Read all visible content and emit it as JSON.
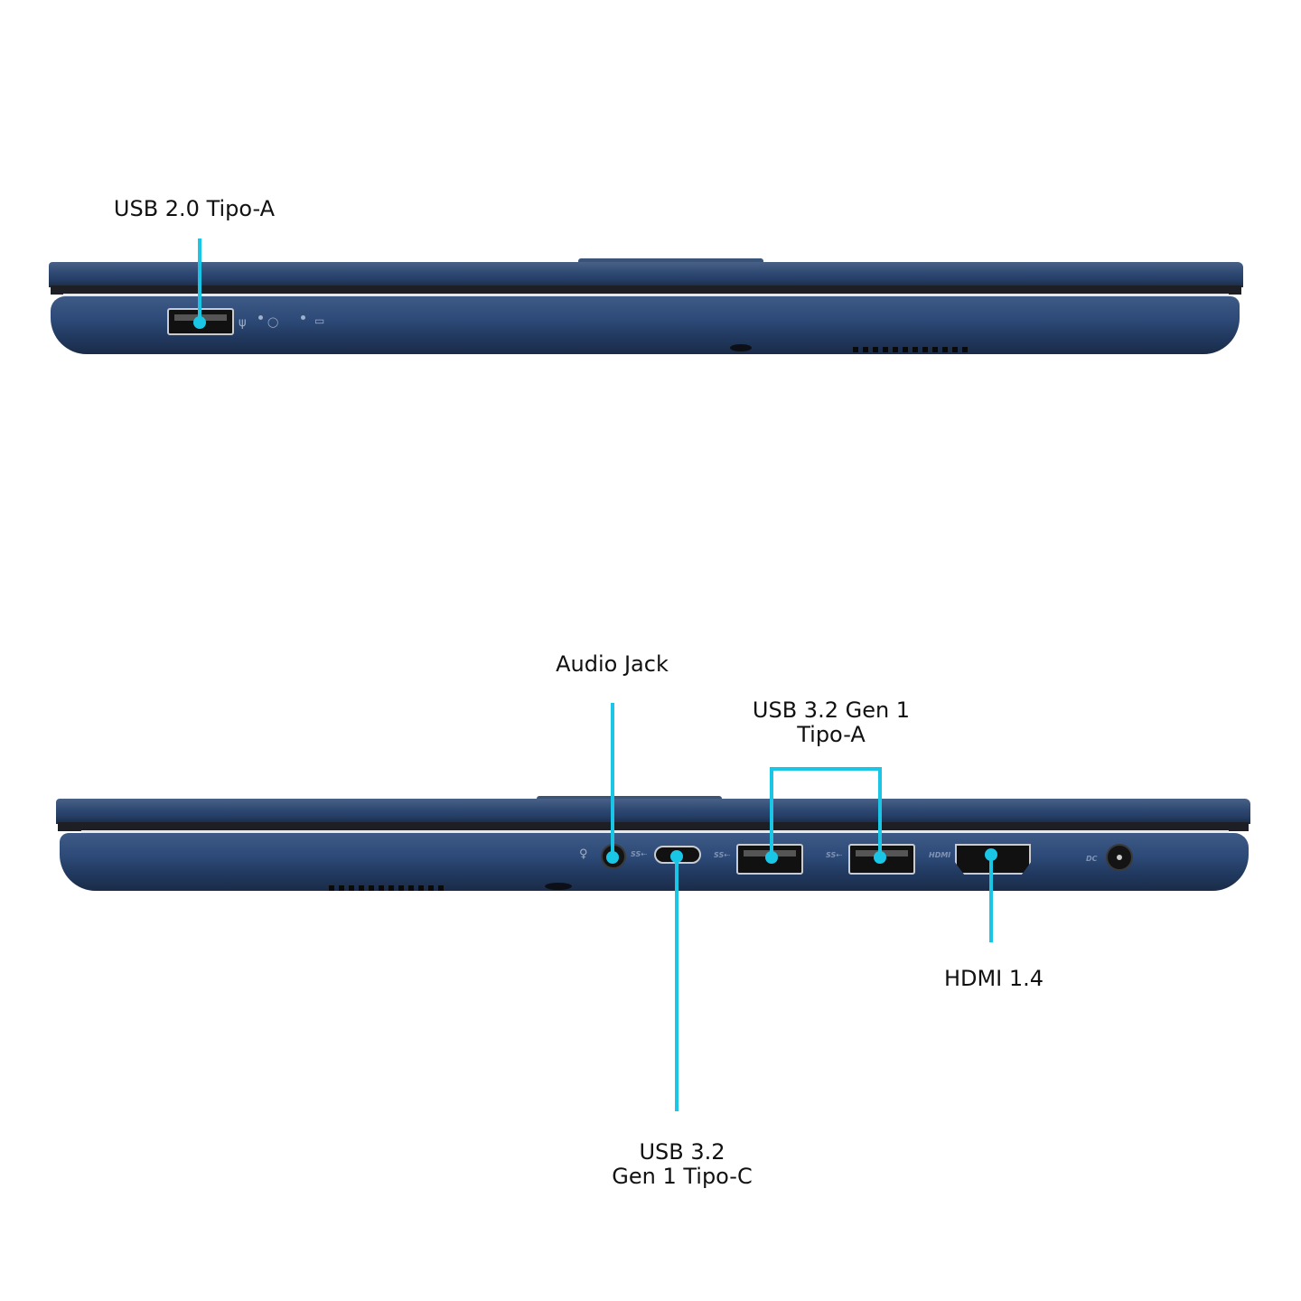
{
  "callouts": {
    "usb20": {
      "label": "USB 2.0 Tipo-A"
    },
    "audio": {
      "label": "Audio Jack"
    },
    "usb32a": {
      "line1": "USB 3.2 Gen 1",
      "line2": "Tipo-A"
    },
    "usb32c": {
      "line1": "USB 3.2",
      "line2": "Gen 1 Tipo-C"
    },
    "hdmi": {
      "label": "HDMI 1.4"
    }
  },
  "port_markings": {
    "usb_ss": "SS⇠",
    "hdmi": "HDMI",
    "dc": "DC"
  },
  "icons": {
    "usb_symbol": "ψ",
    "power_led": "◯",
    "battery_led": "▭",
    "headset_symbol": "♀"
  },
  "colors": {
    "callout": "#19c6e6",
    "chassis": "#2d4a78",
    "background": "#ffffff"
  }
}
